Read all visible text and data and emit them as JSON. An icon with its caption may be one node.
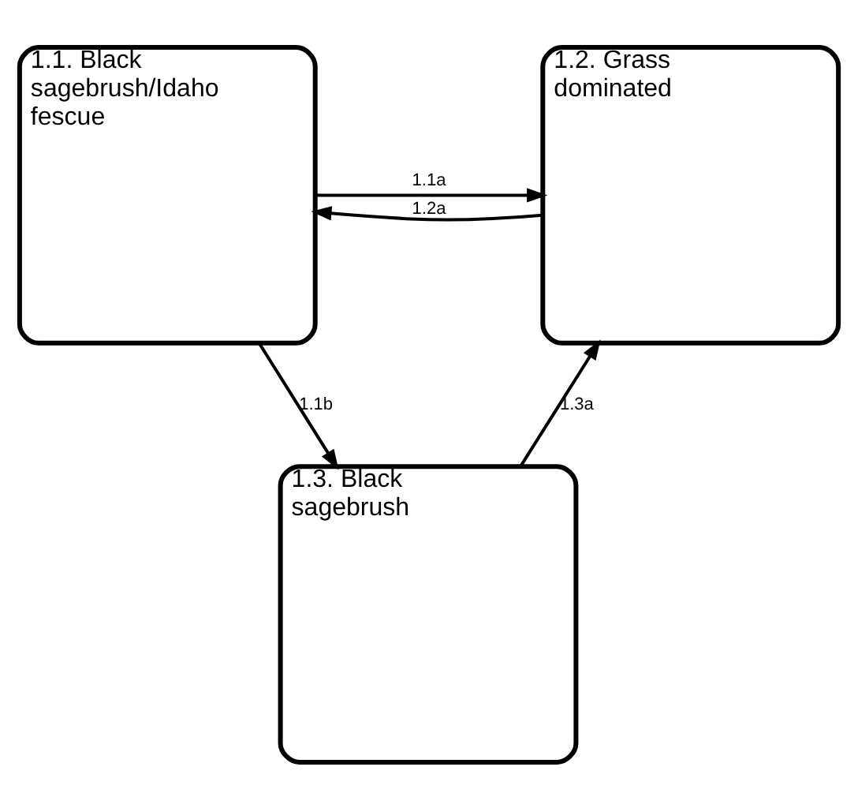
{
  "diagram": {
    "nodes": [
      {
        "text": [
          "1.1. Black sagebrush/Idaho fescue"
        ]
      },
      {
        "text": [
          "1.2. Grass dominated"
        ]
      },
      {
        "text": [
          "1.3. Black sagebrush"
        ]
      }
    ],
    "edges": [
      {
        "from": 0,
        "to": 1,
        "arrow": "to",
        "label": "1.1a"
      },
      {
        "from": 1,
        "to": 0,
        "arrow": "to",
        "label": "1.2a"
      },
      {
        "from": 0,
        "to": 2,
        "arrow": "to",
        "label": "1.1b"
      },
      {
        "from": 2,
        "to": 1,
        "arrow": "to",
        "label": "1.3a"
      }
    ]
  }
}
